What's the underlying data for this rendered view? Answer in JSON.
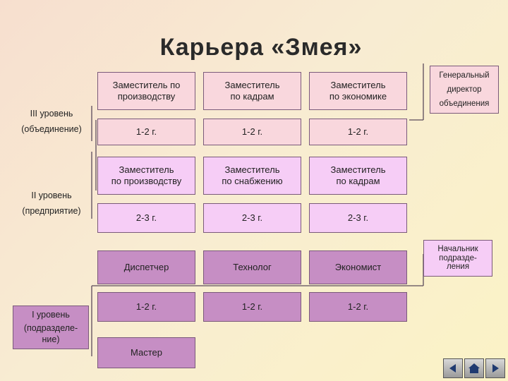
{
  "title": "Карьера «Змея»",
  "levels": {
    "level3": {
      "line1": "III уровень",
      "line2": "(объединение)"
    },
    "level2": {
      "line1": "II уровень",
      "line2": "(предприятие)"
    },
    "level1": {
      "line1": "I уровень",
      "line2": "(подразделе-\nние)"
    }
  },
  "level3_positions": [
    "Заместитель по\nпроизводству",
    "Заместитель\nпо кадрам",
    "Заместитель\nпо экономике"
  ],
  "level3_durations": [
    "1-2 г.",
    "1-2 г.",
    "1-2 г."
  ],
  "level2_positions": [
    "Заместитель\nпо производству",
    "Заместитель\nпо снабжению",
    "Заместитель\nпо кадрам"
  ],
  "level2_durations": [
    "2-3 г.",
    "2-3 г.",
    "2-3 г."
  ],
  "level1_positions": [
    "Диспетчер",
    "Технолог",
    "Экономист"
  ],
  "level1_durations": [
    "1-2 г.",
    "1-2 г.",
    "1-2 г."
  ],
  "start_position": "Мастер",
  "top_right": "Генеральный\nдиректор\nобъединения",
  "mid_right": "Начальник\nподразде-\nления",
  "colors": {
    "level3": "#f9d7dd",
    "level2": "#f6cdf6",
    "level1": "#c68ec4"
  },
  "nav_icons": [
    "prev-arrow-icon",
    "home-icon",
    "next-arrow-icon"
  ]
}
